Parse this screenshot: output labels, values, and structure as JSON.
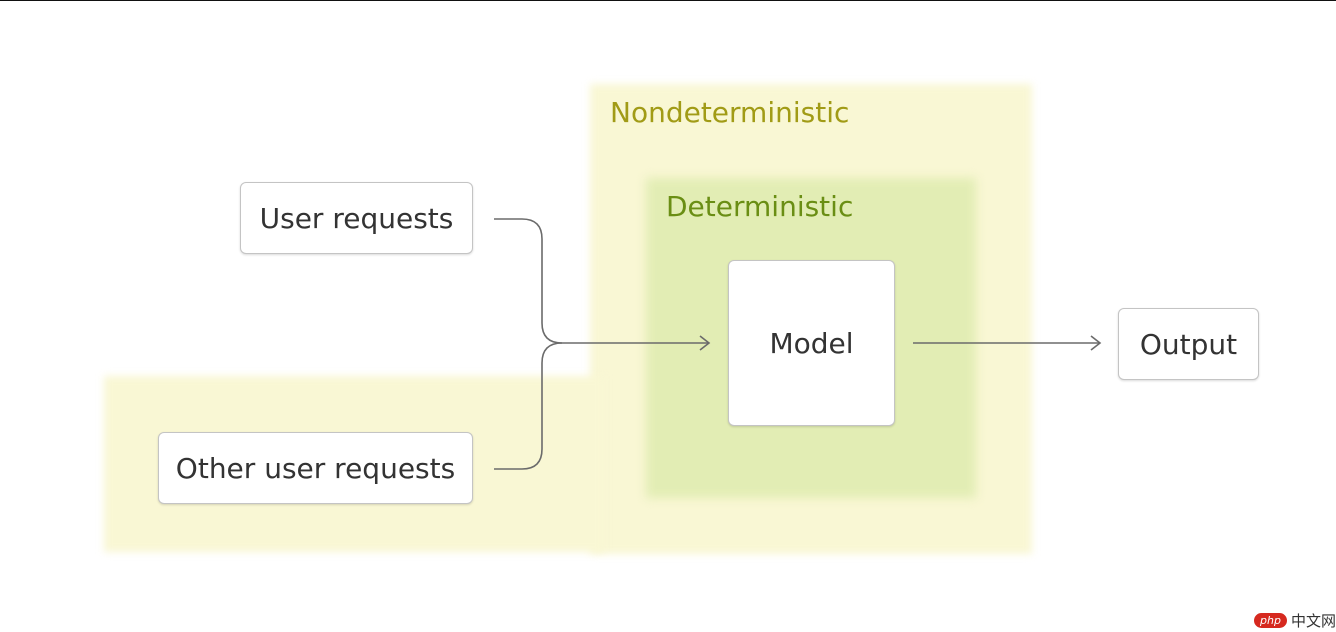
{
  "regions": {
    "nondeterministic_label": "Nondeterministic",
    "deterministic_label": "Deterministic"
  },
  "nodes": {
    "user_requests": "User requests",
    "other_user_requests": "Other user requests",
    "model": "Model",
    "output": "Output"
  },
  "watermark": {
    "badge": "php",
    "text": "中文网"
  },
  "colors": {
    "nondeterministic_region": "#f9f7d4",
    "deterministic_region": "#e2edb4",
    "nondeterministic_text": "#a19b16",
    "deterministic_text": "#6a8e14",
    "connector": "#6b6b6b"
  }
}
